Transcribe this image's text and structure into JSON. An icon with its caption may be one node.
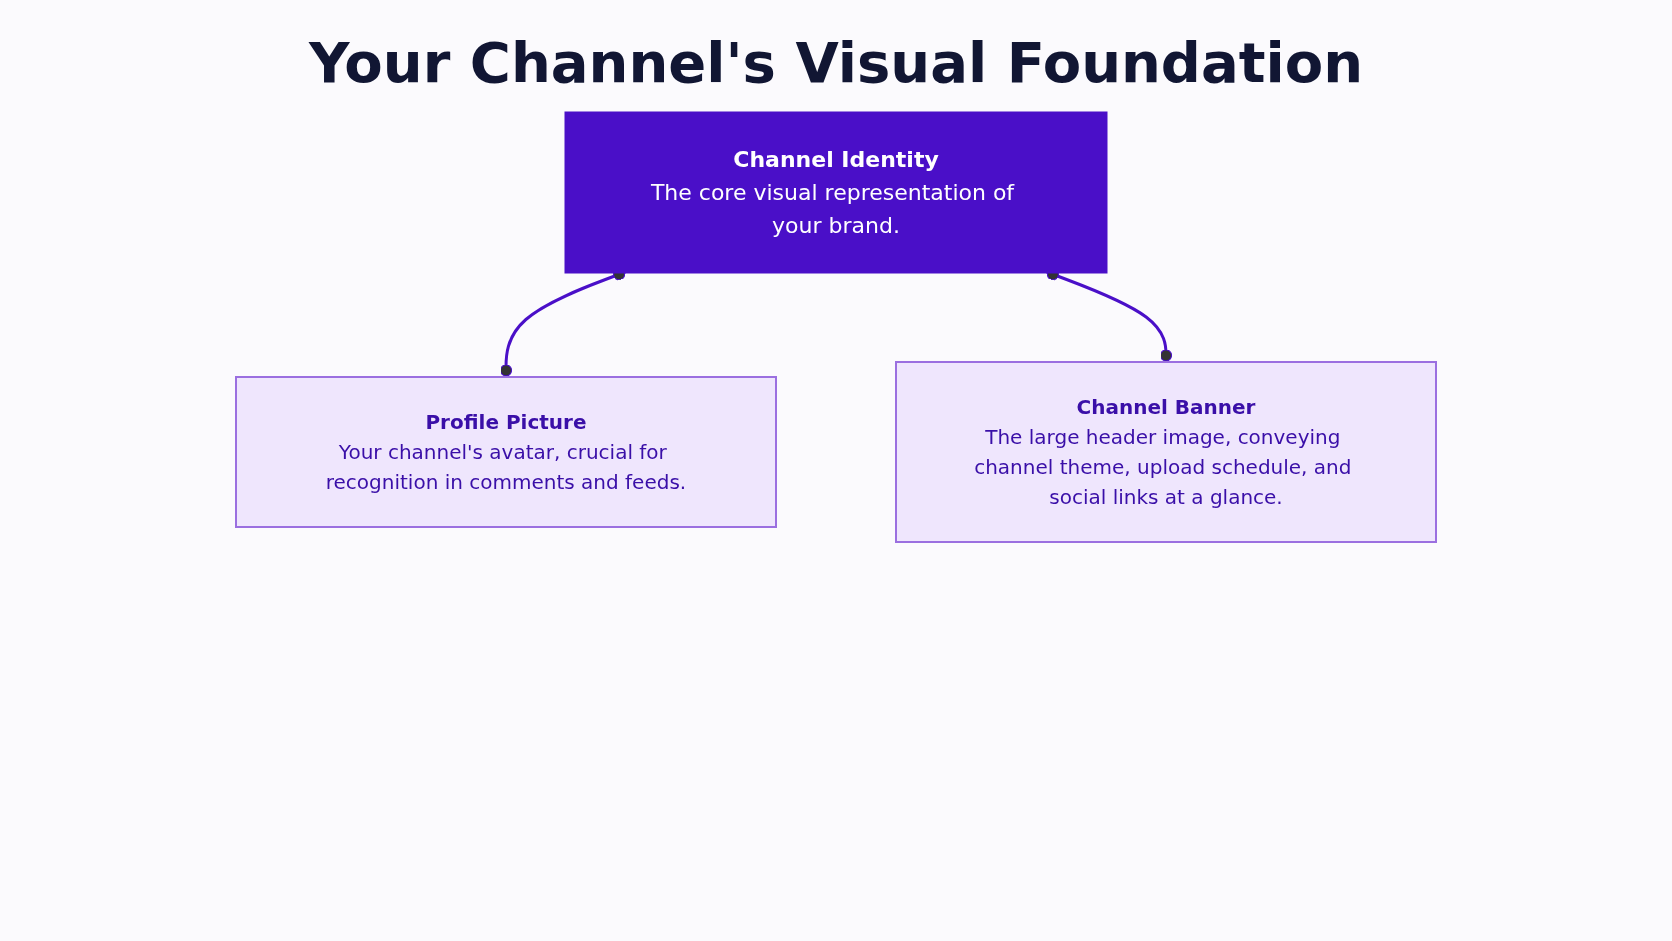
{
  "diagram": {
    "title": "Your Channel's Visual Foundation",
    "nodes": [
      {
        "text": [
          "Channel Identity",
          "The core visual representation of your brand."
        ]
      },
      {
        "text": [
          "Profile Picture",
          "Your channel's avatar, crucial for recognition in comments and feeds."
        ]
      },
      {
        "text": [
          "Channel Banner",
          "The large header image, conveying channel theme, upload schedule, and social links at a glance."
        ]
      }
    ],
    "edges": [
      {
        "from": 0,
        "to": 1,
        "arrow": "other"
      },
      {
        "from": 0,
        "to": 2,
        "arrow": "other"
      }
    ]
  }
}
